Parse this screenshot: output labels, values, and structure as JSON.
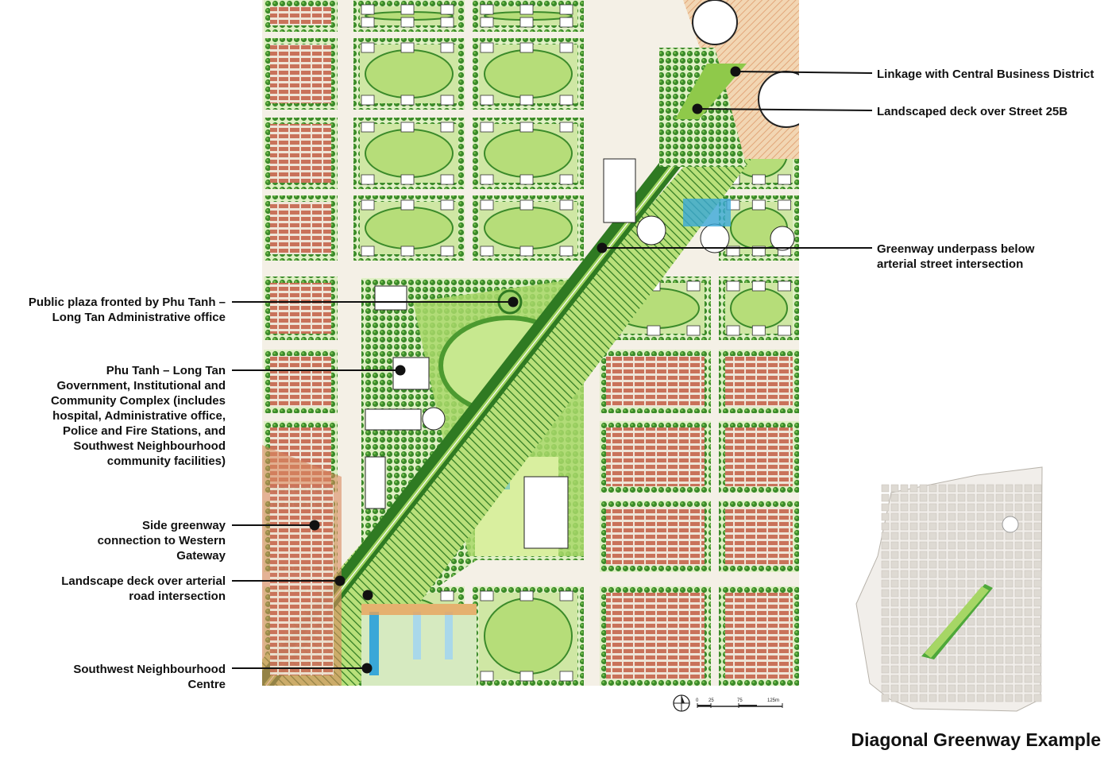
{
  "title": "Diagonal Greenway Example",
  "callouts_right": [
    {
      "id": "cbd-linkage",
      "text": "Linkage with Central Business District"
    },
    {
      "id": "deck-25b",
      "text": "Landscaped deck over Street 25B"
    },
    {
      "id": "underpass",
      "text": "Greenway underpass below arterial street intersection"
    }
  ],
  "callouts_left": [
    {
      "id": "public-plaza",
      "text": "Public plaza fronted by Phu Tanh – Long Tan Administrative office"
    },
    {
      "id": "gov-complex",
      "text": "Phu Tanh – Long Tan Government, Institutional and Community Complex (includes hospital, Administrative office, Police and Fire Stations, and Southwest Neighbourhood community facilities)"
    },
    {
      "id": "side-greenway",
      "text": "Side greenway connection to Western Gateway"
    },
    {
      "id": "landscape-deck",
      "text": "Landscape deck over arterial road intersection"
    },
    {
      "id": "sw-centre",
      "text": "Southwest Neighbourhood Centre"
    }
  ],
  "scale_bar": {
    "ticks": [
      "0",
      "25",
      "75",
      "125m"
    ]
  },
  "colors": {
    "greenway": "#5db33a",
    "tree_canopy": "#2f7a22",
    "lawn": "#d8ecb0",
    "building_roof": "#ffffff",
    "residential_roof": "#c9725a",
    "street": "#f3efe4",
    "water": "#3aa7d8"
  }
}
